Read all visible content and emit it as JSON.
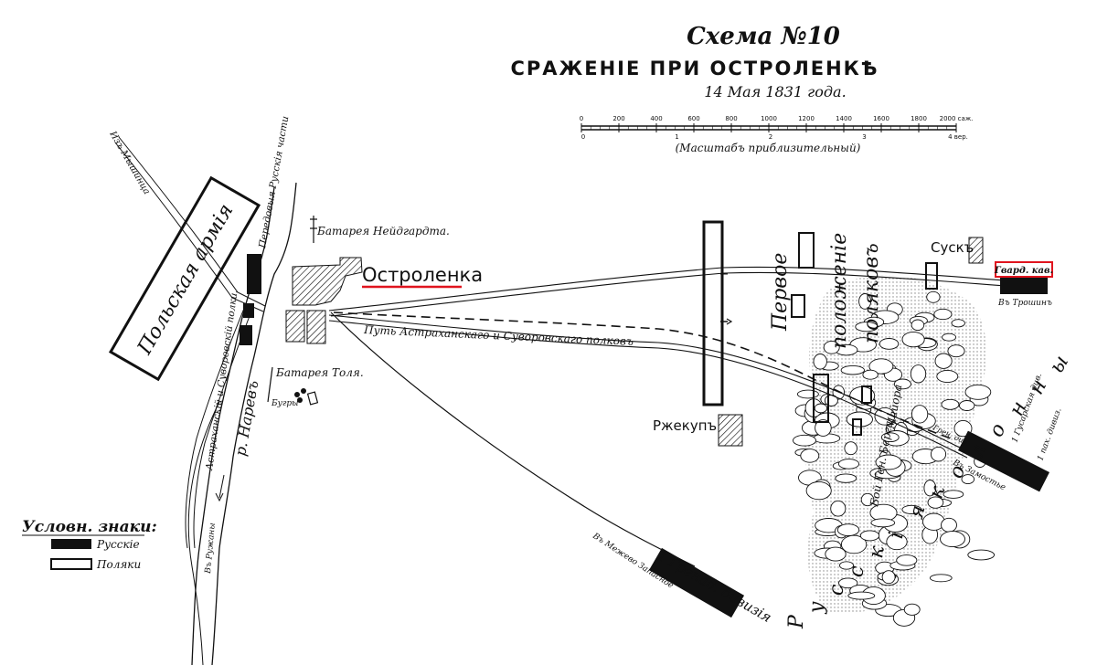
{
  "header": {
    "title": "Схема №10",
    "subtitle": "СРАЖЕНІЕ ПРИ ОСТРОЛЕНКѢ",
    "date": "14 Мая 1831 года."
  },
  "scale": {
    "sazhen_ticks": [
      "0",
      "200",
      "400",
      "600",
      "800",
      "1000",
      "1200",
      "1400",
      "1600",
      "1800",
      "2000 саж."
    ],
    "versta_ticks": [
      "0",
      "1",
      "2",
      "3",
      "4 вер."
    ],
    "note": "(Масштабъ приблизительный)"
  },
  "places": {
    "ostrolenka": "Остроленка",
    "susk": "Сускъ",
    "rzhekup": "Ржекупъ"
  },
  "labels": {
    "polish_army": "Польская армія",
    "from_myshinets": "Изъ Мышинца",
    "russian_vanguard": "Передовыя Русскія части",
    "battery_neidhardt": "Батарея Нейдгардта.",
    "battery_tol": "Батарея Толя.",
    "hills": "Бугры",
    "river": "р. Наревъ",
    "astrakhan_suvorov_regiments": "Астраханскій и Суворовскій полки.",
    "route_astrakhan_suvorov": "Путь Астраханскаго и Суворовскаго полковъ",
    "to_ruzhany": "Въ Ружаны",
    "to_mezhevo": "Въ Межево Запасное",
    "first_grenadier_division": "1 Гренад. дивизія",
    "guard_cavalry": "Гвард. кав.",
    "to_troshin": "Въ Трошинъ",
    "to_zamostye": "Въ Замостье",
    "grenadier_div": "Грен. див.",
    "hussar_div": "1 Гусарская див.",
    "infantry_div": "1 пах. дивиз.",
    "fight_gen_berg": "Бой Ген. Берга",
    "major": "Майора",
    "first_position_a": "Первое",
    "first_position_b": "положеніе",
    "first_position_c": "поляковъ",
    "russian_columns": "Русскія колонны"
  },
  "legend": {
    "title": "Условн. знаки:",
    "russians": "Русскіе",
    "poles": "Поляки"
  },
  "colors": {
    "ink": "#111111",
    "highlight": "#e0141e",
    "woods": "#c9c9c9"
  }
}
